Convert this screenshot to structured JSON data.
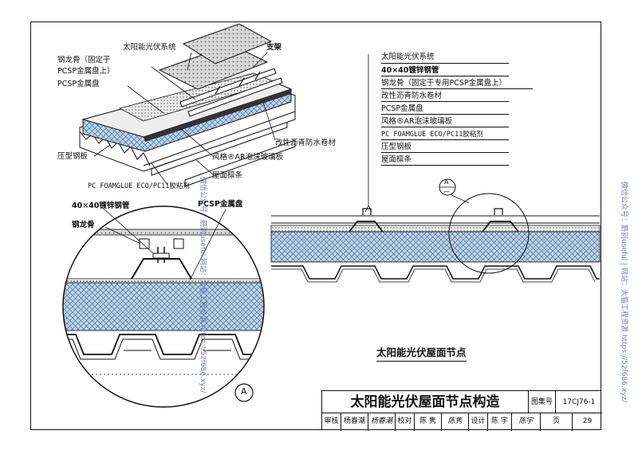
{
  "drawing": {
    "main_title": "太阳能光伏屋面节点构造",
    "section_title": "太阳能光伏屋面节点",
    "detail_mark": "A",
    "section_mark_top": "A",
    "section_mark_bottom": "—",
    "atlas_label": "图集号",
    "atlas_number": "17CJ76-1",
    "page_label": "页",
    "page_number": "29"
  },
  "title_block": {
    "review_label": "审核",
    "review_name": "杨春潮",
    "review_sign": "杨春潮",
    "check_label": "校对",
    "check_name": "陈 隽",
    "check_sign": "陈隽",
    "design_label": "设计",
    "design_name": "陈 宇",
    "design_sign": "陈宇"
  },
  "iso_labels": {
    "pv_system": "太阳能光伏系统",
    "support": "支架",
    "keel_1": "钢龙骨（固定于",
    "keel_2": "PCSP金属盘上）",
    "pcsp_pan": "PCSP金属盘",
    "bitumen": "改性沥青防水卷材",
    "deck": "压型钢板",
    "foamglas": "风格®AR泡沫玻璃板",
    "purlin": "屋面檩条",
    "glue": "PC FOAMGLUE ECO/PC11胶粘剂"
  },
  "detail_labels": {
    "steel_tube": "40×40镀锌钢管",
    "pcsp_pan": "PCSP金属盘",
    "keel": "钢龙骨"
  },
  "section_legend": [
    "太阳能光伏系统",
    "40×40镀锌钢管",
    "钢龙骨（固定于专用PCSP金属盘上）",
    "改性沥青防水卷材",
    "PCSP金属盘",
    "风格®AR泡沫玻璃板",
    "PC FOAMGLUE ECO/PC11胶粘剂",
    "压型钢板",
    "屋面檩条"
  ],
  "watermarks": {
    "center": "微信公众号：筋别useful  网站：大猫工程资源 https://52f686.xyz/",
    "right": "微信公众号：筋别useful | 网站：大猫工程资源 https://52f686.xyz/"
  },
  "colors": {
    "insulation": "#b9d4ea",
    "panel": "#e6e6e6",
    "line": "#111111",
    "watermark": "#6b7fb5"
  }
}
